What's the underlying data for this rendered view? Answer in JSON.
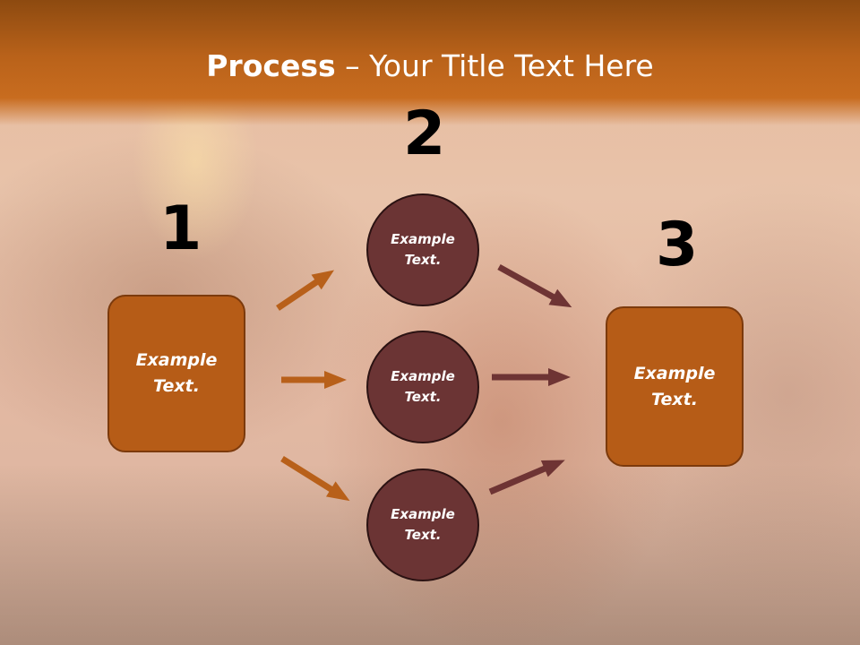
{
  "title": {
    "bold": "Process",
    "rest": " – Your Title Text Here"
  },
  "steps": [
    "1",
    "2",
    "3"
  ],
  "left_box": {
    "text": "Example\nText."
  },
  "circles": [
    {
      "text": "Example\nText."
    },
    {
      "text": "Example\nText."
    },
    {
      "text": "Example\nText."
    }
  ],
  "right_box": {
    "text": "Example\nText."
  },
  "colors": {
    "title_band": "#c2661c",
    "box_fill": "#b65c17",
    "circle_fill": "#6b3434",
    "arrow_orange": "#b8601a",
    "arrow_maroon": "#6e3434"
  }
}
